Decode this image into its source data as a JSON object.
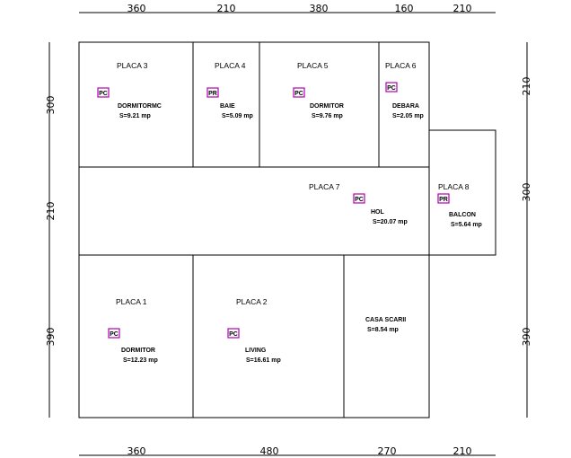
{
  "dimensions": {
    "top": [
      "360",
      "210",
      "380",
      "160",
      "210"
    ],
    "bottom": [
      "360",
      "480",
      "270",
      "210"
    ],
    "left": [
      "300",
      "210",
      "390"
    ],
    "right": [
      "210",
      "300",
      "390"
    ]
  },
  "plates": {
    "p1": "PLACA 1",
    "p2": "PLACA 2",
    "p3": "PLACA 3",
    "p4": "PLACA 4",
    "p5": "PLACA 5",
    "p6": "PLACA 6",
    "p7": "PLACA 7",
    "p8": "PLACA 8"
  },
  "rooms": {
    "r3": {
      "tag": "PC",
      "name": "DORMITORMC",
      "area": "S=9.21 mp"
    },
    "r4": {
      "tag": "PR",
      "name": "BAIE",
      "area": "S=5.09 mp"
    },
    "r5": {
      "tag": "PC",
      "name": "DORMITOR",
      "area": "S=9.76 mp"
    },
    "r6": {
      "tag": "PC",
      "name": "DEBARA",
      "area": "S=2.05 mp"
    },
    "r7": {
      "tag": "PC",
      "name": "HOL",
      "area": "S=20.07 mp"
    },
    "r8": {
      "tag": "PR",
      "name": "BALCON",
      "area": "S=5.64 mp"
    },
    "r1": {
      "tag": "PC",
      "name": "DORMITOR",
      "area": "S=12.23 mp"
    },
    "r2": {
      "tag": "PC",
      "name": "LIVING",
      "area": "S=16.61 mp"
    },
    "r9": {
      "name": "CASA SCARII",
      "area": "S=8.54 mp"
    }
  },
  "colors": {
    "tag_border": "#b000b0",
    "lines": "#000000",
    "background": "#ffffff"
  }
}
